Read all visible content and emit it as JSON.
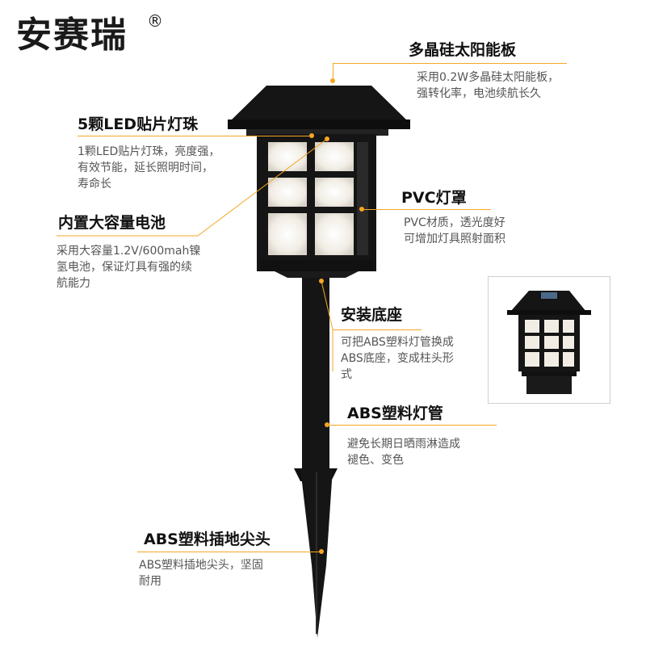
{
  "brand": {
    "name": "安赛瑞",
    "mark": "®"
  },
  "features": [
    {
      "title": "多晶硅太阳能板",
      "desc_lines": [
        "采用0.2W多晶硅太阳能板，",
        "强转化率，电池续航长久"
      ]
    },
    {
      "title": "5颗LED贴片灯珠",
      "desc_lines": [
        "1颗LED贴片灯珠，亮度强，",
        "有效节能，延长照明时间，",
        "寿命长"
      ]
    },
    {
      "title": "PVC灯罩",
      "desc_lines": [
        "PVC材质，透光度好",
        "可增加灯具照射面积"
      ]
    },
    {
      "title": "内置大容量电池",
      "desc_lines": [
        "采用大容量1.2V/600mah镍",
        "氢电池，保证灯具有强的续",
        "航能力"
      ]
    },
    {
      "title": "安装底座",
      "desc_lines": [
        "可把ABS塑料灯管换成",
        "ABS底座，变成柱头形",
        "式"
      ]
    },
    {
      "title": "ABS塑料灯管",
      "desc_lines": [
        "避免长期日晒雨淋造成",
        "褪色、变色"
      ]
    },
    {
      "title": "ABS塑料插地尖头",
      "desc_lines": [
        "ABS塑料插地尖头，坚固",
        "耐用"
      ]
    }
  ],
  "colors": {
    "accent": "#f5a623",
    "lamp_body": "#151515",
    "glass": "#f2eee6"
  }
}
